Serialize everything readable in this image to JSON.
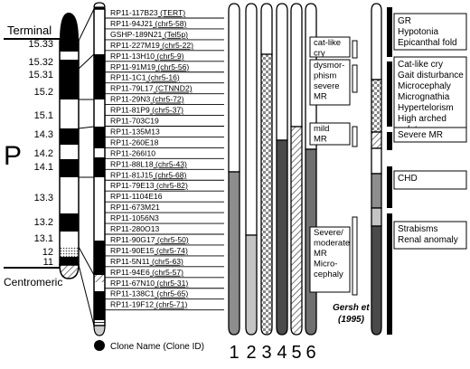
{
  "labels": {
    "terminal": "Terminal",
    "centromeric": "Centromeric",
    "arm": "P",
    "clone_key": "Clone Name (Clone ID)",
    "reference_line1": "Gersh et al.",
    "reference_line2": "(1995)"
  },
  "bands": [
    "15.33",
    "15.32",
    "15.31",
    "15.2",
    "15.1",
    "14.3",
    "14.2",
    "14.1",
    "13.3",
    "13.2",
    "13.1",
    "12",
    "11"
  ],
  "clones": [
    {
      "name": "RP11-117B23",
      "id": "(TERT)"
    },
    {
      "name": "RP11-94J21",
      "id": "(chr5-58)"
    },
    {
      "name": "GSHP-189N21",
      "id": "(Tel5p)"
    },
    {
      "name": "RP11-227M19",
      "id": "(chr5-22)"
    },
    {
      "name": "RP11-13H10",
      "id": "(chr5-9)"
    },
    {
      "name": "RP11-91M19",
      "id": "(chr5-56)"
    },
    {
      "name": "RP11-1C1",
      "id": "(chr5-16)"
    },
    {
      "name": "RP11-79L17",
      "id": "(CTNND2)"
    },
    {
      "name": "RP11-29N3",
      "id": "(chr5-72)"
    },
    {
      "name": "RP11-81P9",
      "id": "(chr5-37)"
    },
    {
      "name": "RP11-703C19",
      "id": ""
    },
    {
      "name": "RP11-135M13",
      "id": ""
    },
    {
      "name": "RP11-260E18",
      "id": ""
    },
    {
      "name": "RP11-266I10",
      "id": ""
    },
    {
      "name": "RP11-88L18",
      "id": "(chr5-43)"
    },
    {
      "name": "RP11-81J15",
      "id": "(chr5-68)"
    },
    {
      "name": "RP11-79E13",
      "id": "(chr5-82)"
    },
    {
      "name": "RP11-1104E16",
      "id": ""
    },
    {
      "name": "RP11-673M21",
      "id": ""
    },
    {
      "name": "RP11-1056N3",
      "id": ""
    },
    {
      "name": "RP11-280O13",
      "id": ""
    },
    {
      "name": "RP11-90G17",
      "id": "(chr5-50)"
    },
    {
      "name": "RP11-90E15",
      "id": "(chr5-74)"
    },
    {
      "name": "RP11-5N11",
      "id": "(chr5-63)"
    },
    {
      "name": "RP11-94E6",
      "id": "(chr5-57)"
    },
    {
      "name": "RP11-67N10",
      "id": "(chr5-31)"
    },
    {
      "name": "RP11-138C1",
      "id": "(chr5-65)"
    },
    {
      "name": "RP11-19F12",
      "id": "(chr5-71)"
    }
  ],
  "patients": [
    "1",
    "2",
    "3",
    "4",
    "5",
    "6"
  ],
  "gersh_regions": [
    {
      "lines": [
        "cat-like",
        "cry"
      ]
    },
    {
      "lines": [
        "dysmor-",
        "phism",
        "severe",
        "MR"
      ]
    },
    {
      "lines": [
        "mild",
        "MR"
      ]
    },
    {
      "lines": [
        "Severe/",
        "moderate",
        "MR",
        "Micro-",
        "cephaly"
      ]
    }
  ],
  "phenotype_groups": [
    {
      "lines": [
        "GR",
        "Hypotonia",
        "Epicanthal fold"
      ]
    },
    {
      "lines": [
        "Cat-like cry",
        "Gait disturbance",
        "Microcephaly",
        "Micrognathia",
        "Hypertelorism",
        "High arched",
        "palate"
      ]
    },
    {
      "lines": [
        "Severe MR"
      ]
    },
    {
      "lines": [
        "CHD"
      ]
    },
    {
      "lines": [
        "Strabisms",
        "Renal anomaly"
      ]
    }
  ]
}
